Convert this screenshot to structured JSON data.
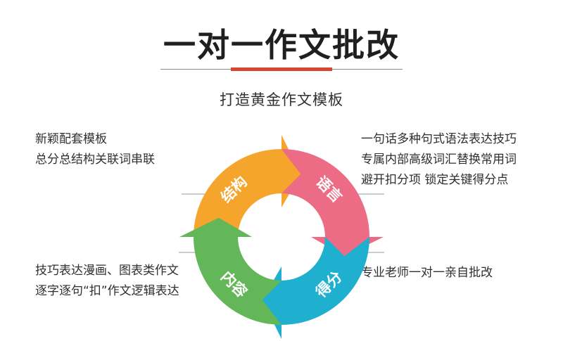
{
  "header": {
    "title": "一对一作文批改",
    "subtitle": "打造黄金作文模板"
  },
  "cycle": {
    "segments": [
      {
        "label": "结构",
        "color": "#f5a42c"
      },
      {
        "label": "语言",
        "color": "#ec6b85"
      },
      {
        "label": "得分",
        "color": "#1fb0d0"
      },
      {
        "label": "内容",
        "color": "#64b758"
      }
    ]
  },
  "notes": {
    "structure": [
      "新颖配套模板",
      "总分总结构关联词串联"
    ],
    "language": [
      "一句话多种句式语法表达技巧",
      "专属内部高级词汇替换常用词",
      "避开扣分项 锁定关键得分点"
    ],
    "content": [
      "技巧表达漫画、图表类作文",
      "逐字逐句“扣”作文逻辑表达"
    ],
    "score": [
      "专业老师一对一亲自批改"
    ]
  },
  "colors": {
    "accent_red": "#d9462e",
    "connector_line": "#999999"
  }
}
